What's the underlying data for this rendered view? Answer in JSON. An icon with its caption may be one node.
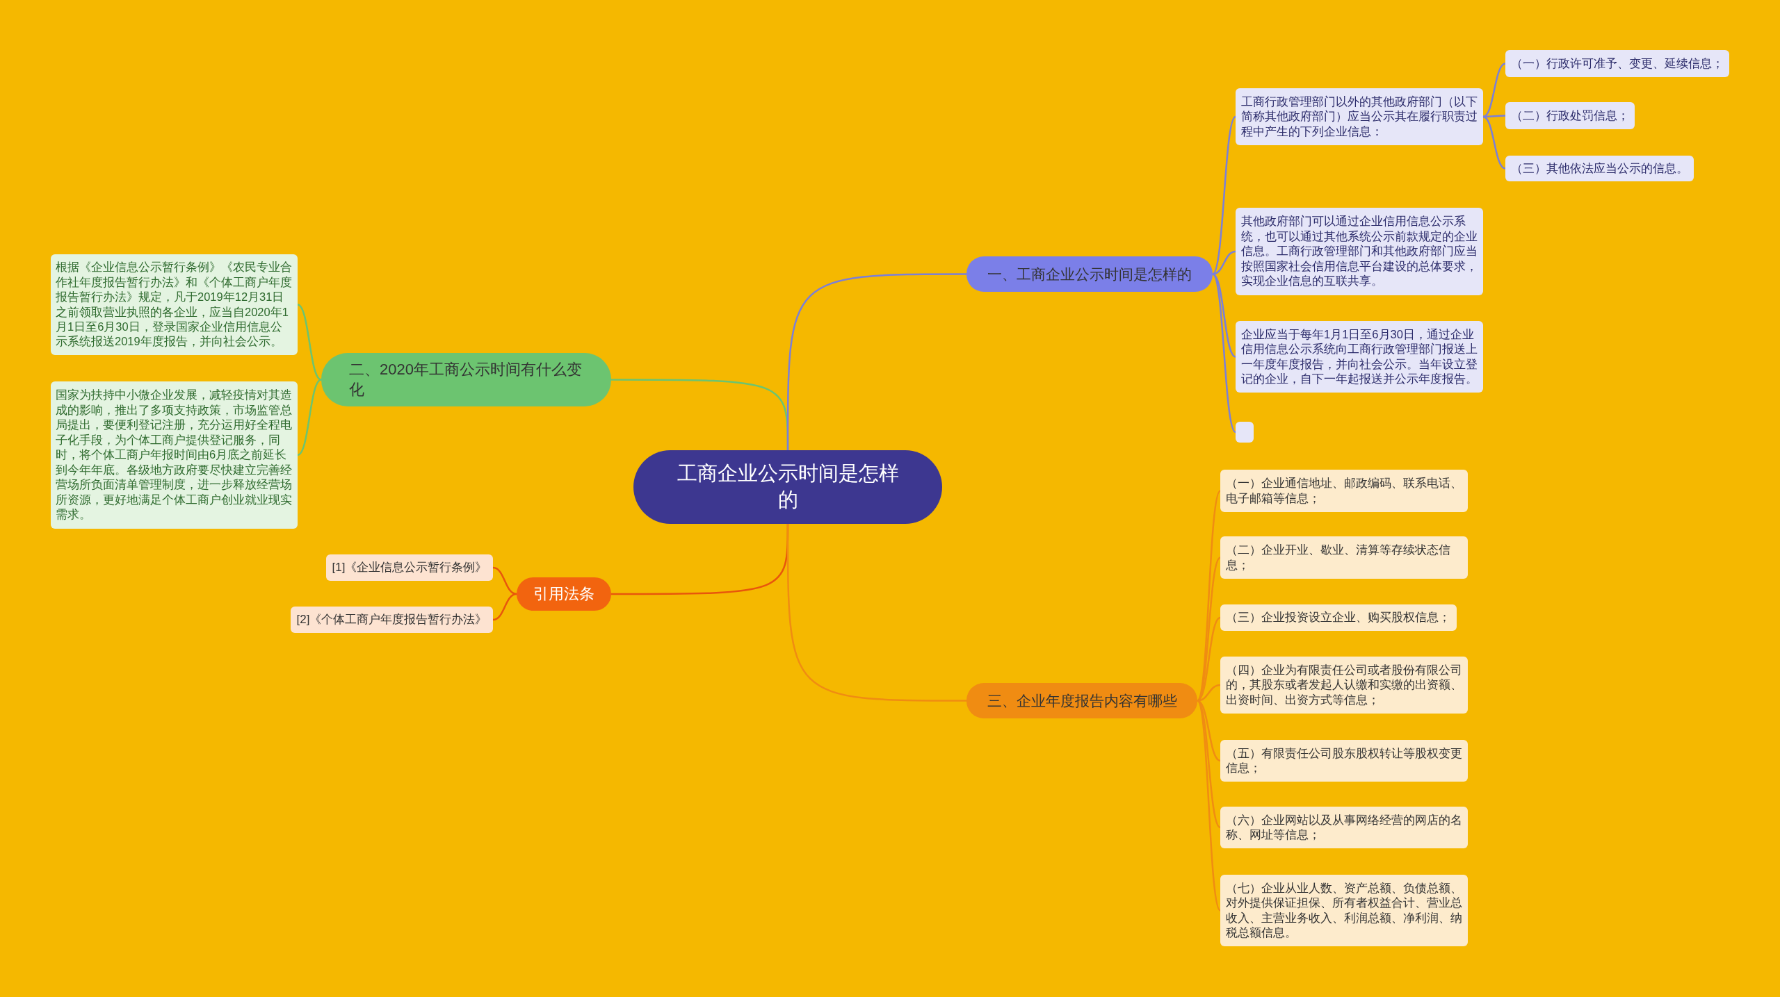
{
  "diagram": {
    "nodes": [
      {
        "text": [
          "工商企业公示时间是怎样的"
        ]
      },
      {
        "text": [
          "二、2020年工商公示时间有什么变化"
        ]
      },
      {
        "text": [
          "根据《企业信息公示暂行条例》《农民专业合作社年度报告暂行办法》和《个体工商户年度报告暂行办法》规定，凡于2019年12月31日之前领取营业执照的各企业，应当自2020年1月1日至6月30日，登录国家企业信用信息公示系统报送2019年度报告，并向社会公示。"
        ]
      },
      {
        "text": [
          "国家为扶持中小微企业发展，减轻疫情对其造成的影响，推出了多项支持政策，市场监管总局提出，要便利登记注册，充分运用好全程电子化手段，为个体工商户提供登记服务，同时，将个体工商户年报时间由6月底之前延长到今年年底。各级地方政府要尽快建立完善经营场所负面清单管理制度，进一步释放经营场所资源，更好地满足个体工商户创业就业现实需求。"
        ]
      },
      {
        "text": [
          "引用法条"
        ]
      },
      {
        "text": [
          "[1]《企业信息公示暂行条例》"
        ]
      },
      {
        "text": [
          "[2]《个体工商户年度报告暂行办法》"
        ]
      },
      {
        "text": [
          "一、工商企业公示时间是怎样的"
        ]
      },
      {
        "text": [
          "工商行政管理部门以外的其他政府部门（以下简称其他政府部门）应当公示其在履行职责过程中产生的下列企业信息："
        ]
      },
      {
        "text": [
          "（一）行政许可准予、变更、延续信息；"
        ]
      },
      {
        "text": [
          "（二）行政处罚信息；"
        ]
      },
      {
        "text": [
          "（三）其他依法应当公示的信息。"
        ]
      },
      {
        "text": [
          "其他政府部门可以通过企业信用信息公示系统，也可以通过其他系统公示前款规定的企业信息。工商行政管理部门和其他政府部门应当按照国家社会信用信息平台建设的总体要求，实现企业信息的互联共享。"
        ]
      },
      {
        "text": [
          "企业应当于每年1月1日至6月30日，通过企业信用信息公示系统向工商行政管理部门报送上一年度年度报告，并向社会公示。当年设立登记的企业，自下一年起报送并公示年度报告。"
        ]
      },
      {
        "text": [],
        "shape": "box"
      },
      {
        "text": [
          "三、企业年度报告内容有哪些"
        ]
      },
      {
        "text": [
          "（一）企业通信地址、邮政编码、联系电话、电子邮箱等信息；"
        ]
      },
      {
        "text": [
          "（二）企业开业、歇业、清算等存续状态信息；"
        ]
      },
      {
        "text": [
          "（三）企业投资设立企业、购买股权信息；"
        ]
      },
      {
        "text": [
          "（四）企业为有限责任公司或者股份有限公司的，其股东或者发起人认缴和实缴的出资额、出资时间、出资方式等信息；"
        ]
      },
      {
        "text": [
          "（五）有限责任公司股东股权转让等股权变更信息；"
        ]
      },
      {
        "text": [
          "（六）企业网站以及从事网络经营的网店的名称、网址等信息；"
        ]
      },
      {
        "text": [
          "（七）企业从业人数、资产总额、负债总额、对外提供保证担保、所有者权益合计、营业总收入、主营业务收入、利润总额、净利润、纳税总额信息。"
        ]
      }
    ],
    "edges": [
      {
        "from": 0,
        "to": 1,
        "arrow": "none",
        "color": "#6cc470"
      },
      {
        "from": 1,
        "to": 2,
        "arrow": "none",
        "color": "#6cc470"
      },
      {
        "from": 1,
        "to": 3,
        "arrow": "none",
        "color": "#6cc470"
      },
      {
        "from": 0,
        "to": 4,
        "arrow": "none",
        "color": "#e8560c"
      },
      {
        "from": 4,
        "to": 5,
        "arrow": "none",
        "color": "#e8560c"
      },
      {
        "from": 4,
        "to": 6,
        "arrow": "none",
        "color": "#e8560c"
      },
      {
        "from": 0,
        "to": 7,
        "arrow": "none",
        "color": "#7b7fd8"
      },
      {
        "from": 7,
        "to": 8,
        "arrow": "none",
        "color": "#7b7fd8"
      },
      {
        "from": 8,
        "to": 9,
        "arrow": "none",
        "color": "#7b7fd8"
      },
      {
        "from": 8,
        "to": 10,
        "arrow": "none",
        "color": "#7b7fd8"
      },
      {
        "from": 8,
        "to": 11,
        "arrow": "none",
        "color": "#7b7fd8"
      },
      {
        "from": 7,
        "to": 12,
        "arrow": "none",
        "color": "#7b7fd8"
      },
      {
        "from": 7,
        "to": 13,
        "arrow": "none",
        "color": "#7b7fd8"
      },
      {
        "from": 7,
        "to": 14,
        "arrow": "none",
        "color": "#7b7fd8"
      },
      {
        "from": 0,
        "to": 15,
        "arrow": "none",
        "color": "#f08c12"
      },
      {
        "from": 15,
        "to": 16,
        "arrow": "none",
        "color": "#f08c12"
      },
      {
        "from": 15,
        "to": 17,
        "arrow": "none",
        "color": "#f08c12"
      },
      {
        "from": 15,
        "to": 18,
        "arrow": "none",
        "color": "#f08c12"
      },
      {
        "from": 15,
        "to": 19,
        "arrow": "none",
        "color": "#f08c12"
      },
      {
        "from": 15,
        "to": 20,
        "arrow": "none",
        "color": "#f08c12"
      },
      {
        "from": 15,
        "to": 21,
        "arrow": "none",
        "color": "#f08c12"
      },
      {
        "from": 15,
        "to": 22,
        "arrow": "none",
        "color": "#f08c12"
      }
    ]
  }
}
